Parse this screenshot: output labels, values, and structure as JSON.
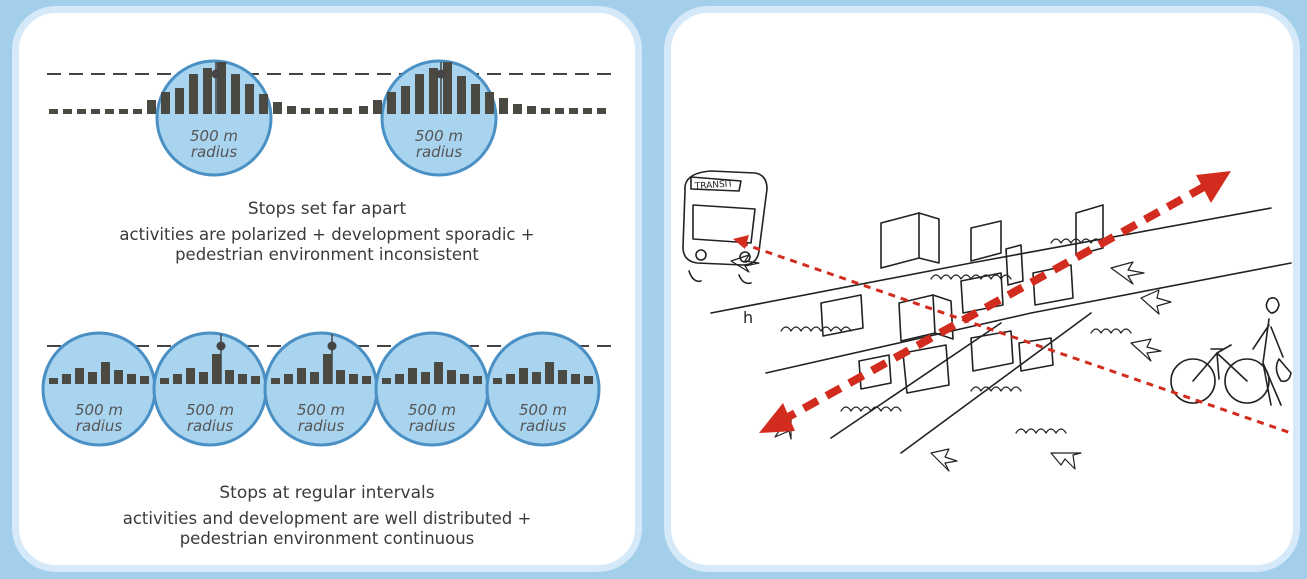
{
  "top": {
    "circle_labels": [
      "500 m\nradius",
      "500 m\nradius"
    ],
    "title": "Stops set far apart",
    "desc_line1": "activities are polarized + development sporadic +",
    "desc_line2": "pedestrian environment inconsistent"
  },
  "bottom": {
    "circle_labels": [
      "500 m\nradius",
      "500 m\nradius",
      "500 m\nradius",
      "500 m\nradius",
      "500 m\nradius"
    ],
    "title": "Stops at regular intervals",
    "desc_line1": "activities and development are well distributed +",
    "desc_line2": "pedestrian environment continuous"
  },
  "sketch": {
    "bus_sign": "TRANSIT",
    "label_h": "h"
  },
  "colors": {
    "background": "#a4cfea",
    "panel_border": "#d6e9f8",
    "circle_fill": "#a9d4ef",
    "circle_stroke": "#4a90c4",
    "bar": "#4a4a42",
    "arrow": "#d22c1e"
  }
}
